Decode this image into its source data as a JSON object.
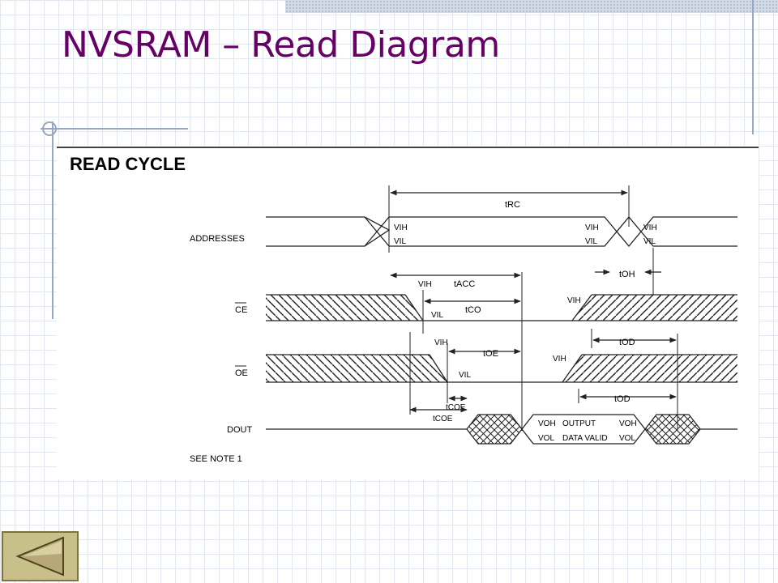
{
  "slide": {
    "title": "NVSRAM – Read Diagram"
  },
  "diagram": {
    "heading": "READ CYCLE",
    "signals": {
      "addresses": "ADDRESSES",
      "ce": "CE",
      "oe": "OE",
      "dout": "DOUT"
    },
    "levels": {
      "vih": "VIH",
      "vil": "VIL",
      "voh": "VOH",
      "vol": "VOL"
    },
    "timing": {
      "trc": "tRC",
      "tacc": "tACC",
      "tco": "tCO",
      "toe": "tOE",
      "tcoe": "tCOE",
      "toh": "tOH",
      "tod": "tOD"
    },
    "output_label": "OUTPUT",
    "data_valid_label": "DATA VALID",
    "note": "SEE NOTE 1"
  },
  "colors": {
    "title": "#660066",
    "button_fill": "#c8c088",
    "button_arrow": "#b8a878"
  },
  "navigation": {
    "back_icon": "left-triangle-icon"
  }
}
